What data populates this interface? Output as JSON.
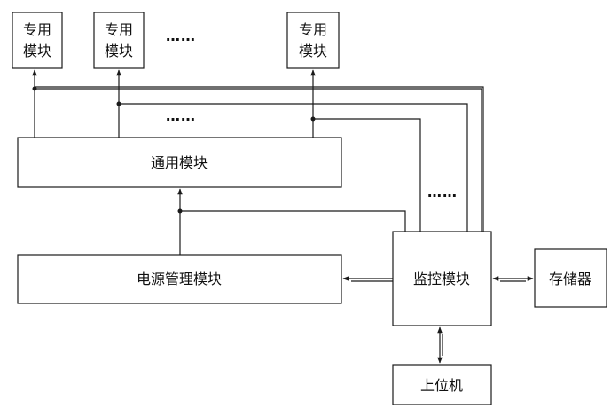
{
  "modules": {
    "dedicated_1": {
      "line1": "专用",
      "line2": "模块"
    },
    "dedicated_2": {
      "line1": "专用",
      "line2": "模块"
    },
    "dedicated_n": {
      "line1": "专用",
      "line2": "模块"
    },
    "general": "通用模块",
    "power": "电源管理模块",
    "monitor": "监控模块",
    "storage": "存储器",
    "host": "上位机"
  },
  "ellipsis": {
    "top_row": "……",
    "bus_lines": "……",
    "monitor_lines": "……"
  }
}
